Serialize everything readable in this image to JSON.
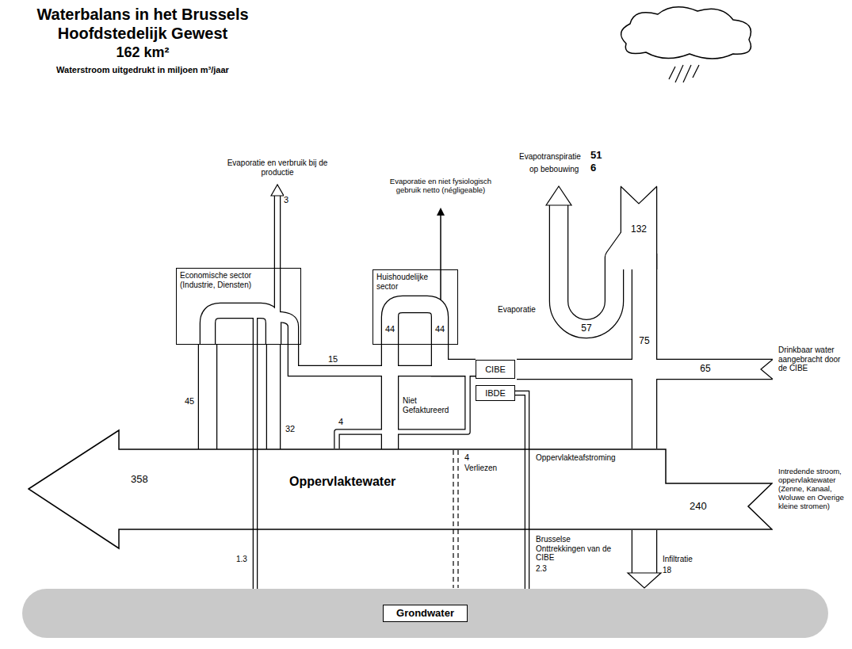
{
  "diagram": {
    "title": "Waterbalans in het Brussels Hoofdstedelijk Gewest",
    "nodes": [
      {
        "text": [
          "Economische sector (Industrie, Diensten)"
        ]
      },
      {
        "text": [
          "Huishoudelijke sector"
        ]
      },
      {
        "text": [
          "CIBE"
        ]
      },
      {
        "text": [
          "IBDE"
        ]
      },
      {
        "text": [
          "Oppervlaktewater"
        ]
      },
      {
        "text": [
          "Grondwater"
        ]
      }
    ],
    "edges": [
      {
        "from": 5,
        "to": 0,
        "label": "1.3",
        "arrow": "none"
      },
      {
        "from": 4,
        "to": 0,
        "label": "45",
        "arrow": "none"
      },
      {
        "from": 0,
        "to": 4,
        "label": "32",
        "arrow": "none"
      },
      {
        "from": 2,
        "to": 0,
        "label": "15",
        "arrow": "none"
      },
      {
        "from": 2,
        "to": 1,
        "label": "44",
        "arrow": "none"
      },
      {
        "from": 1,
        "to": 4,
        "label": "44",
        "arrow": "none"
      },
      {
        "from": 5,
        "to": 3,
        "arrow": "none"
      }
    ],
    "labels": [
      "162 km²",
      "Waterstroom uitgedrukt in miljoen m³/jaar",
      "Evaporatie en verbruik bij de productie",
      "3",
      "Evaporatie en niet fysiologisch gebruik netto (négligeable)",
      "Evapotranspiratie",
      "51",
      "op bebouwing",
      "6",
      "132",
      "57",
      "Evaporatie",
      "75",
      "65",
      "Drinkbaar water aangebracht door de CIBE",
      "Niet Gefaktureerd",
      "4",
      "4",
      "Verliezen",
      "Oppervlakteafstroming",
      "358",
      "240",
      "Intredende stroom, oppervlaktewater (Zenne, Kanaal, Woluwe en Overige kleine stromen)",
      "Brusselse Onttrekkingen van de CIBE",
      "2.3",
      "Infiltratie",
      "18"
    ]
  }
}
